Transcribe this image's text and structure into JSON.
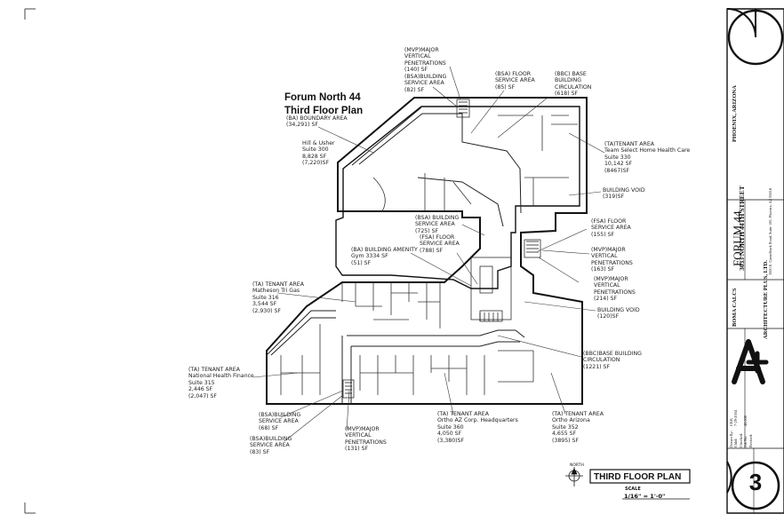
{
  "plan": {
    "title_line1": "Forum North 44",
    "title_line2": "Third Floor Plan",
    "sheet_title": "THIRD FLOOR PLAN",
    "scale_label": "SCALE",
    "scale_value": "1/16\" = 1'-0\"",
    "north_label": "NORTH"
  },
  "labels": [
    {
      "id": "mvp-top",
      "text": "(MVP)MAJOR\nVERTICAL\nPENETRATIONS\n(140) SF"
    },
    {
      "id": "bsa-top",
      "text": "(BSA)BUILDING\nSERVICE AREA\n(82) SF"
    },
    {
      "id": "bsa-floor",
      "text": "(BSA) FLOOR\nSERVICE AREA\n(85) SF"
    },
    {
      "id": "bbc-top",
      "text": "(BBC) BASE\nBUILDING\nCIRCULATION\n(618) SF"
    },
    {
      "id": "boundary",
      "text": "(BA) BOUNDARY AREA\n(34,291) SF"
    },
    {
      "id": "hill-usher",
      "text": "Hill & Usher\nSuite 300\n8,828 SF\n(7,220)SF"
    },
    {
      "id": "team-select",
      "text": "(TA)TENANT AREA\nTeam Select Home Health Care\nSuite 330\n10,142 SF\n(8467)SF"
    },
    {
      "id": "building-void-1",
      "text": "BUILDING VOID\n(319)SF"
    },
    {
      "id": "bsa-mid",
      "text": "(BSA) BUILDING\nSERVICE AREA\n(725) SF"
    },
    {
      "id": "fsa-mid",
      "text": "(FSA) FLOOR\nSERVICE AREA\n(788) SF"
    },
    {
      "id": "fsa-right",
      "text": "(FSA) FLOOR\nSERVICE AREA\n(155) SF"
    },
    {
      "id": "mvp-right-1",
      "text": "(MVP)MAJOR\nVERTICAL\nPENETRATIONS\n(163) SF"
    },
    {
      "id": "amenity",
      "text": "(BA) BUILDING AMENITY\nGym 3334 SF\n(51) SF"
    },
    {
      "id": "mvp-right-2",
      "text": "(MVP)MAJOR\nVERTICAL\nPENETRATIONS\n(214) SF"
    },
    {
      "id": "matheson",
      "text": "(TA) TENANT AREA\nMatheson Tri Gas\nSuite 316\n3,544 SF\n(2,930) SF"
    },
    {
      "id": "building-void-2",
      "text": "BUILDING VOID\n(120)SF"
    },
    {
      "id": "bbc-right",
      "text": "(BBC)BASE BUILDING\nCIRCULATION\n(1221) SF"
    },
    {
      "id": "national-health",
      "text": "(TA) TENANT AREA\nNational Health Finance\nSuite 315\n2,446 SF\n(2,047) SF"
    },
    {
      "id": "bsa-bottom-1",
      "text": "(BSA)BUILDING\nSERVICE AREA\n(68) SF"
    },
    {
      "id": "bsa-bottom-2",
      "text": "(BSA)BUILDING\nSERVICE AREA\n(83) SF"
    },
    {
      "id": "mvp-bottom",
      "text": "(MVP)MAJOR\nVERTICAL\nPENETRATIONS\n(131) SF"
    },
    {
      "id": "ortho-hq",
      "text": "(TA) TENANT AREA\nOrtho AZ Corp. Headquarters\nSuite 360\n4,050 SF\n(3,380)SF"
    },
    {
      "id": "ortho-az",
      "text": "(TA) TENANT AREA\nOrtho Arizona\nSuite 352\n4,655 SF\n(3895) SF"
    }
  ],
  "title_block": {
    "project": "FORUM 44",
    "street": "3033 NORTH 44TH STREET",
    "city": "PHOENIX, ARIZONA",
    "calc": "BOMA CALCS",
    "firm": "ARCHITECTURE PLUS, LTD.",
    "firm_address": "3000 E. Camelback Road, Suite 100, Phoenix, AZ 85016",
    "fields": "Drawn By:\nChkd:\nChecked:\nJob No:\nRevised:",
    "values": "CKK\n7-29-2004\n\n40,006",
    "sheet_number": "3"
  }
}
